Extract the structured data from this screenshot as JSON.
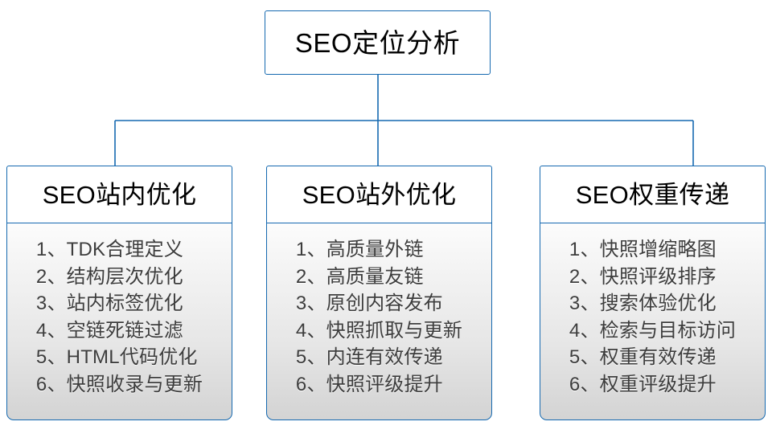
{
  "diagram": {
    "title": "SEO定位分析",
    "accent_color": "#1569b0",
    "header_text_color": "#000000",
    "body_text_color": "#3d3d3d",
    "body_fill_top": "#fcfcfc",
    "body_fill_bottom": "#d4d4d4",
    "root": {
      "label": "SEO定位分析"
    },
    "branches": [
      {
        "heading": "SEO站内优化",
        "items": [
          "1、TDK合理定义",
          "2、结构层次优化",
          "3、站内标签优化",
          "4、空链死链过滤",
          "5、HTML代码优化",
          "6、快照收录与更新"
        ]
      },
      {
        "heading": "SEO站外优化",
        "items": [
          "1、高质量外链",
          "2、高质量友链",
          "3、原创内容发布",
          "4、快照抓取与更新",
          "5、内连有效传递",
          "6、快照评级提升"
        ]
      },
      {
        "heading": "SEO权重传递",
        "items": [
          "1、快照增缩略图",
          "2、快照评级排序",
          "3、搜索体验优化",
          "4、检索与目标访问",
          "5、权重有效传递",
          "6、权重评级提升"
        ]
      }
    ]
  }
}
